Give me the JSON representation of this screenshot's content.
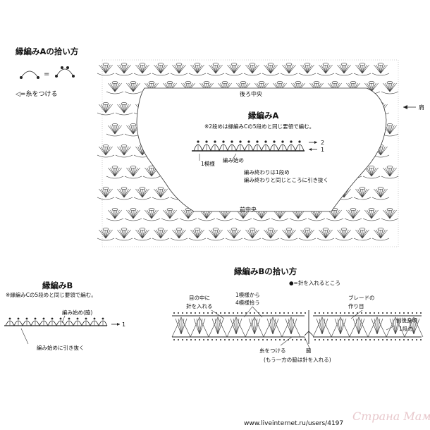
{
  "pickupA": {
    "title": "縁編みAの拾い方",
    "legend": "◁=糸をつける"
  },
  "borderA": {
    "title": "縁編みA",
    "note": "※2段めは縁編みCの5段めと同じ要領で編む。",
    "back_center": "後ろ中央",
    "front_center": "前中央",
    "shoulder": "肩",
    "row2": "2",
    "row1": "1",
    "start": "編み始め",
    "one_pattern": "1模様",
    "end1": "編み終わりは1段め",
    "end2": "編み終わりと同じところに引き抜く"
  },
  "borderB": {
    "title": "縁編みB",
    "note": "※縁編みCの5段めと同じ要領で編む。",
    "start": "編み始め(脇)",
    "end": "編み始めに引き抜く",
    "row1": "1"
  },
  "pickupB": {
    "title": "縁編みBの拾い方",
    "legend": "●=針を入れるところ",
    "mesh_line1": "目の中に",
    "mesh_line2": "針を入れる",
    "pattern_line1": "1模様から",
    "pattern_line2": "4模様拾う",
    "braid_line1": "ブレードの",
    "braid_line2": "作り目",
    "body_line1": "前後身頃",
    "body_line2": "1段め",
    "attach": "糸をつける",
    "side": "脇",
    "side_note": "(もう一方の脇は針を入れる)"
  },
  "footer": {
    "url": "www.liveinternet.ru/users/4197",
    "watermark": "Страна Мам"
  }
}
